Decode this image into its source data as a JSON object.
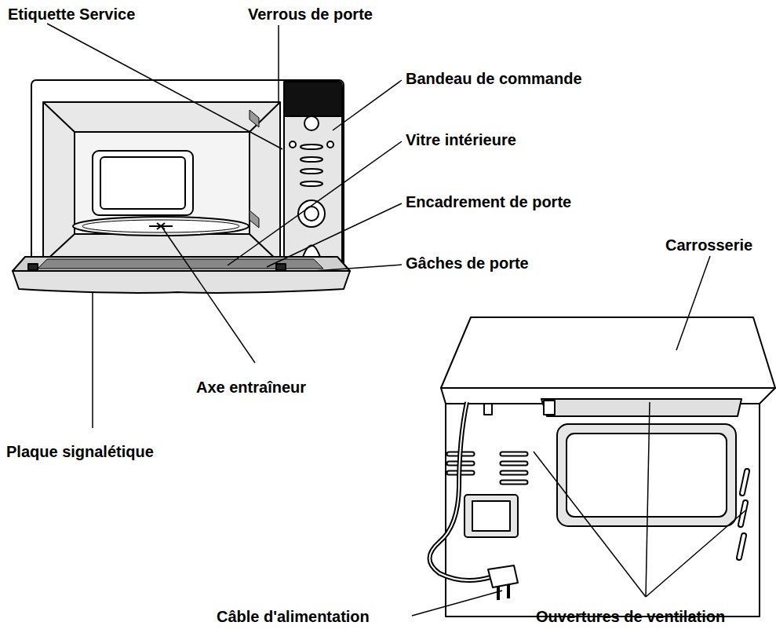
{
  "diagram": {
    "labels": [
      "Etiquette Service",
      "Verrous de porte",
      "Bandeau de commande",
      "Vitre intérieure",
      "Encadrement de porte",
      "Gâches de porte",
      "Carrosserie",
      "Axe entraîneur",
      "Plaque signalétique",
      "Câble d'alimentation",
      "Ouvertures de ventilation"
    ]
  }
}
